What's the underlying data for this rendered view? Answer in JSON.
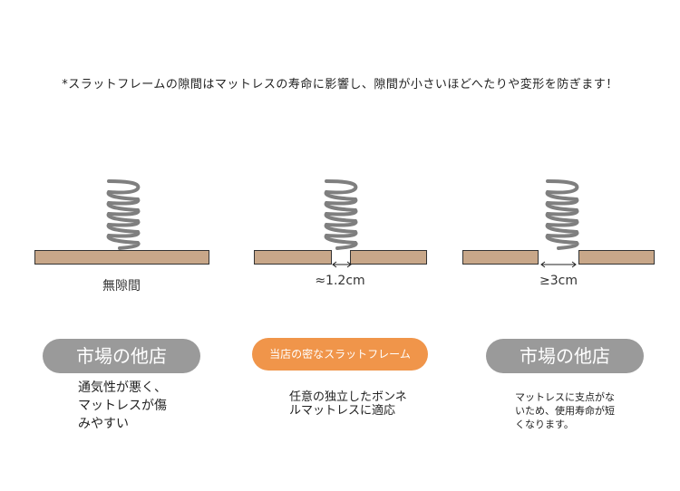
{
  "note": "*スラットフレームの隙間はマットレスの寿命に影響し、隙間が小さいほどへたりや変形を防ぎます！",
  "columns": [
    {
      "gap_label": "無隙間",
      "badge": "市場の他店",
      "description": "通気性が悪く、マットレスが傷みやすい"
    },
    {
      "gap_label": "≈1.2cm",
      "badge": "当店の密なスラットフレーム",
      "description": "任意の独立したボンネルマットレスに適応"
    },
    {
      "gap_label": "≥3cm",
      "badge": "市場の他店",
      "description": "マットレスに支点がないため、使用寿命が短くなります。"
    }
  ],
  "colors": {
    "board": "#c8a789",
    "spring": "#7f7f7f",
    "badge_grey": "#9a9a9a",
    "badge_orange": "#f0954a"
  }
}
